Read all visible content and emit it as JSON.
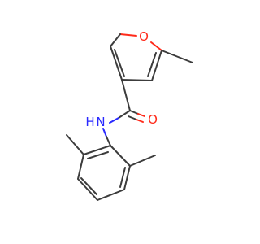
{
  "molecule": {
    "atoms": {
      "ring_oxygen": "O",
      "carbonyl_oxygen": "O",
      "amide_nitrogen": "N",
      "amide_hydrogen": "H"
    }
  },
  "colors": {
    "bond": "#3c3c3c",
    "oxygen": "#ff2a1a",
    "nitrogen": "#2a2aff",
    "background": "#ffffff"
  }
}
